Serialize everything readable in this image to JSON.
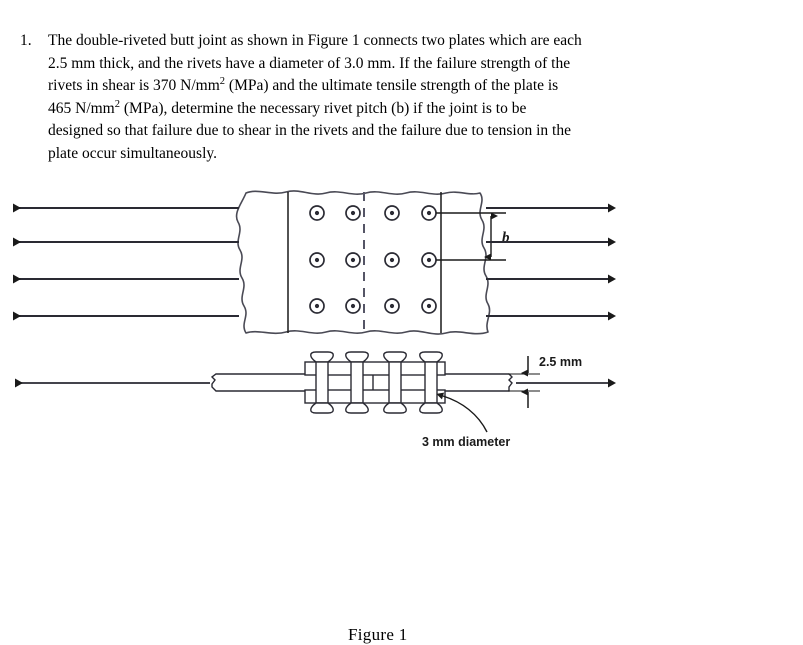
{
  "problem": {
    "number": "1.",
    "line1": "The double-riveted butt joint as shown in Figure 1 connects two plates which are each",
    "line2_a": "2.5 mm thick, and the rivets have a diameter of 3.0 mm. If the failure strength of the",
    "line3_a": "rivets in shear is 370 N/mm",
    "line3_sup": "2",
    "line3_b": " (MPa) and the ultimate tensile strength of the plate is",
    "line4_a": "465 N/mm",
    "line4_sup": "2",
    "line4_b": " (MPa), determine the necessary rivet pitch (b) if the joint is to be",
    "line5": "designed so that failure due to shear in the rivets and the failure due to tension in the",
    "line6": "plate occur simultaneously."
  },
  "figure": {
    "caption": "Figure 1",
    "pitch_label": "b",
    "thickness_label": "2.5 mm",
    "diameter_label": "3 mm diameter",
    "top_view": {
      "rivet_rows": 3,
      "rivet_columns": 4,
      "left_arrows": 4,
      "right_arrows": 4,
      "center_line_style": "dashed"
    },
    "side_view": {
      "rivets": 4,
      "left_arrows": 1,
      "right_arrows": 1
    },
    "colors": {
      "line": "#1a1a1a",
      "outline": "#4a4a55",
      "background": "#ffffff"
    }
  }
}
